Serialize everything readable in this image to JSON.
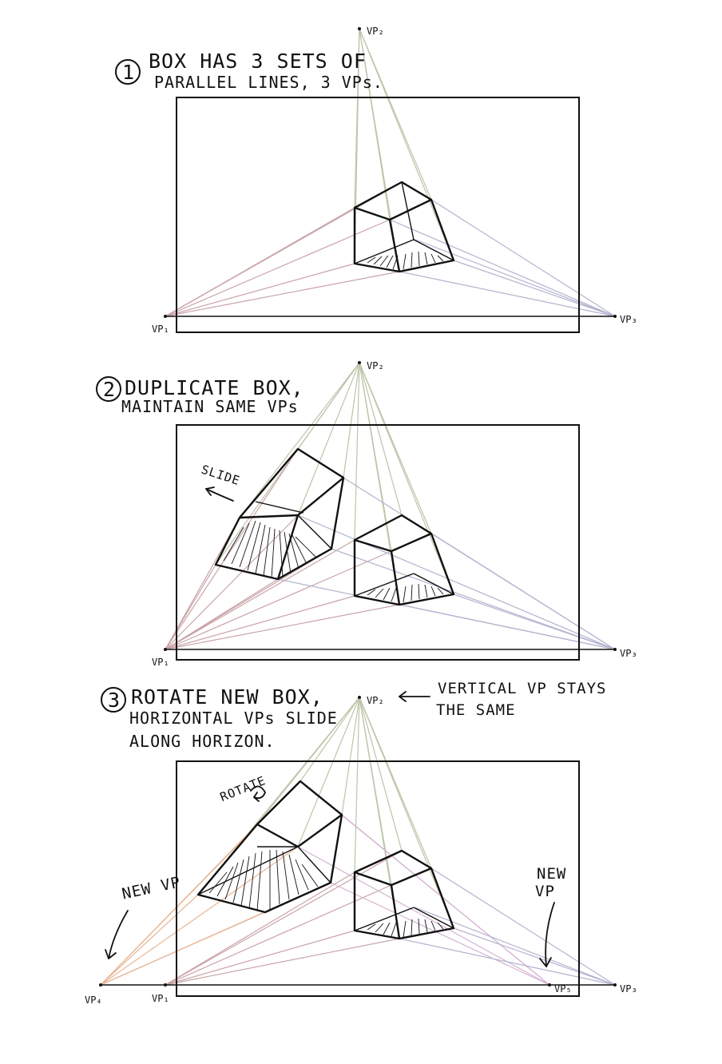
{
  "panels": [
    {
      "number": "1",
      "caption_line1": "BOX HAS 3 SETS OF",
      "caption_line2": "PARALLEL LINES, 3 VPs."
    },
    {
      "number": "2",
      "caption_line1": "DUPLICATE BOX,",
      "caption_line2": "MAINTAIN SAME VPs",
      "note": "SLIDE"
    },
    {
      "number": "3",
      "caption_line1": "ROTATE NEW BOX,",
      "caption_line2": "HORIZONTAL VPs SLIDE",
      "caption_line3": "ALONG HORIZON.",
      "note_rotate": "ROTATE",
      "note_vertical_line1": "VERTICAL VP STAYS",
      "note_vertical_line2": "THE SAME",
      "note_new_vp_left": "NEW VP",
      "note_new_vp_right_line1": "NEW",
      "note_new_vp_right_line2": "VP"
    }
  ],
  "vanishing_points": {
    "vp1": "VP₁",
    "vp2": "VP₂",
    "vp3": "VP₃",
    "vp4": "VP₄",
    "vp5": "VP₅"
  },
  "colors": {
    "vp1_lines": "#c9a3a6",
    "vp2_lines": "#bcc5a8",
    "vp3_lines": "#b2b3cf",
    "vp4_lines": "#e6b595",
    "vp5_lines": "#d5b4d2",
    "ink": "#111111"
  }
}
